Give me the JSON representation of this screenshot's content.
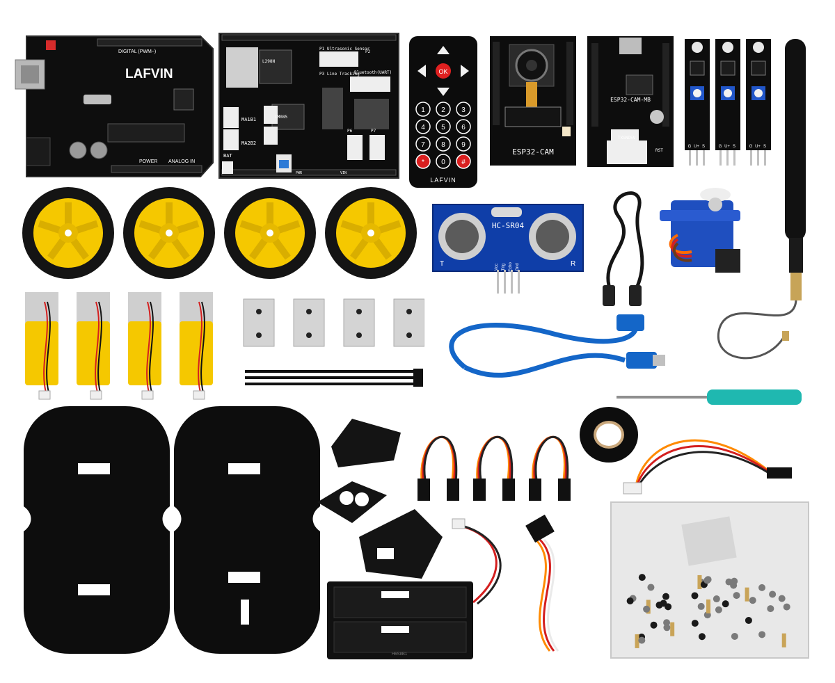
{
  "uno_board": {
    "brand": "LAFVIN",
    "digital": "DIGITAL (PWM~)",
    "power": "POWER",
    "analog": "ANALOG IN"
  },
  "driver_shield": {
    "ultrasonic": "P1 Ultrasonic Sensor",
    "p2": "P2",
    "bluetooth": "Bluetooth(UART)",
    "line": "P3 Line Tracking",
    "motor_a": "MA1B1",
    "motor_b": "MA2B2",
    "bat": "BAT",
    "chip1": "L298N",
    "chip2": "LM085",
    "p6": "P6",
    "p7": "P7",
    "pwr": "PWR",
    "vin": "VIN"
  },
  "remote": {
    "ok": "OK",
    "keys": [
      "1",
      "2",
      "3",
      "4",
      "5",
      "6",
      "7",
      "8",
      "9",
      "*",
      "0",
      "#"
    ],
    "brand": "LAFVIN"
  },
  "esp32_cam": {
    "label": "ESP32-CAM"
  },
  "esp32_mb": {
    "label": "ESP32-CAM-MB",
    "pins": "TXGND5V",
    "rst": "RST"
  },
  "line_sensor": {
    "pins": [
      "G",
      "U+",
      "S"
    ]
  },
  "ultrasonic": {
    "model": "HC-SR04",
    "t": "T",
    "r": "R",
    "pins": [
      "Vcc",
      "Trig",
      "Echo",
      "Gnd"
    ]
  },
  "battery_box": {
    "mark": "H6S8B1"
  }
}
